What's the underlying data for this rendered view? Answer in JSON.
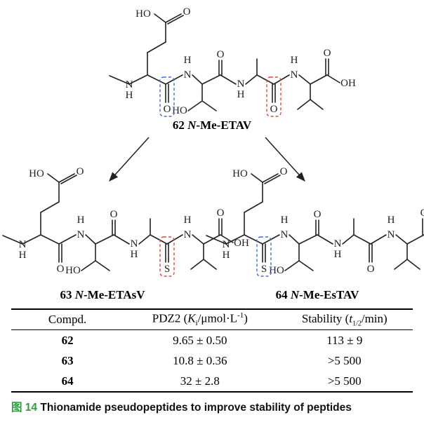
{
  "compounds": {
    "top": {
      "number": "62",
      "prefix": "N",
      "name": "-Me-ETAV"
    },
    "left": {
      "number": "63",
      "prefix": "N",
      "name": "-Me-ETAsV"
    },
    "right": {
      "number": "64",
      "prefix": "N",
      "name": "-Me-EsTAV"
    }
  },
  "atoms": {
    "oh_acid_top": "HO",
    "oh_acid_bottom": "OH",
    "oxygen": "O",
    "sulfur": "S",
    "nh_n": "N",
    "nh_h": "H",
    "ho_thr": "HO"
  },
  "table": {
    "headers": {
      "compd": "Compd.",
      "pdz2_prefix": "PDZ2 (",
      "pdz2_k": "K",
      "pdz2_sub": "i",
      "pdz2_suffix": "/μmol·L",
      "pdz2_exp": "-1",
      "pdz2_close": ")",
      "stab_prefix": "Stability (",
      "stab_t": "t",
      "stab_sub": "1/2",
      "stab_suffix": "/min)"
    },
    "rows": [
      {
        "compd": "62",
        "pdz2": "9.65 ± 0.50",
        "stability": "113 ± 9"
      },
      {
        "compd": "63",
        "pdz2": "10.8 ± 0.36",
        "stability": ">5 500"
      },
      {
        "compd": "64",
        "pdz2": "32 ± 2.8",
        "stability": ">5 500"
      }
    ]
  },
  "caption": {
    "label": "图 14",
    "text": "Thionamide pseudopeptides to improve stability of peptides"
  },
  "colors": {
    "bond": "#222222",
    "highlight_blue": "#4a6fc7",
    "highlight_red": "#e0483b",
    "caption_label": "#2e9e3a"
  }
}
